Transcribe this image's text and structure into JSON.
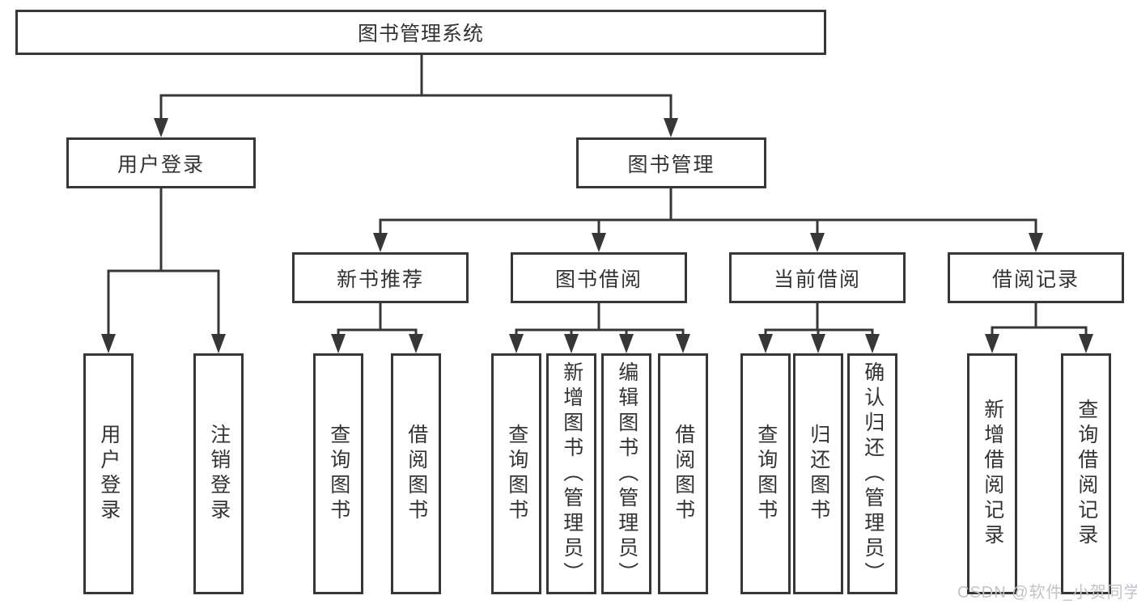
{
  "diagram_type": "hierarchy-tree",
  "colors": {
    "background": "#ffffff",
    "line": "#373737",
    "box_border": "#373737",
    "text": "#333333",
    "watermark": "#c0c3c7"
  },
  "tree": {
    "label": "图书管理系统",
    "children": [
      {
        "label": "用户登录",
        "children": [
          {
            "label": "用户登录"
          },
          {
            "label": "注销登录"
          }
        ]
      },
      {
        "label": "图书管理",
        "children": [
          {
            "label": "新书推荐",
            "children": [
              {
                "label": "查询图书"
              },
              {
                "label": "借阅图书"
              }
            ]
          },
          {
            "label": "图书借阅",
            "children": [
              {
                "label": "查询图书"
              },
              {
                "label": "新增图书（管理员）"
              },
              {
                "label": "编辑图书（管理员）"
              },
              {
                "label": "借阅图书"
              }
            ]
          },
          {
            "label": "当前借阅",
            "children": [
              {
                "label": "查询图书"
              },
              {
                "label": "归还图书"
              },
              {
                "label": "确认归还（管理员）"
              }
            ]
          },
          {
            "label": "借阅记录",
            "children": [
              {
                "label": "新增借阅记录"
              },
              {
                "label": "查询借阅记录"
              }
            ]
          }
        ]
      }
    ]
  },
  "watermark": {
    "text": "CSDN @软件_小贺同学"
  }
}
